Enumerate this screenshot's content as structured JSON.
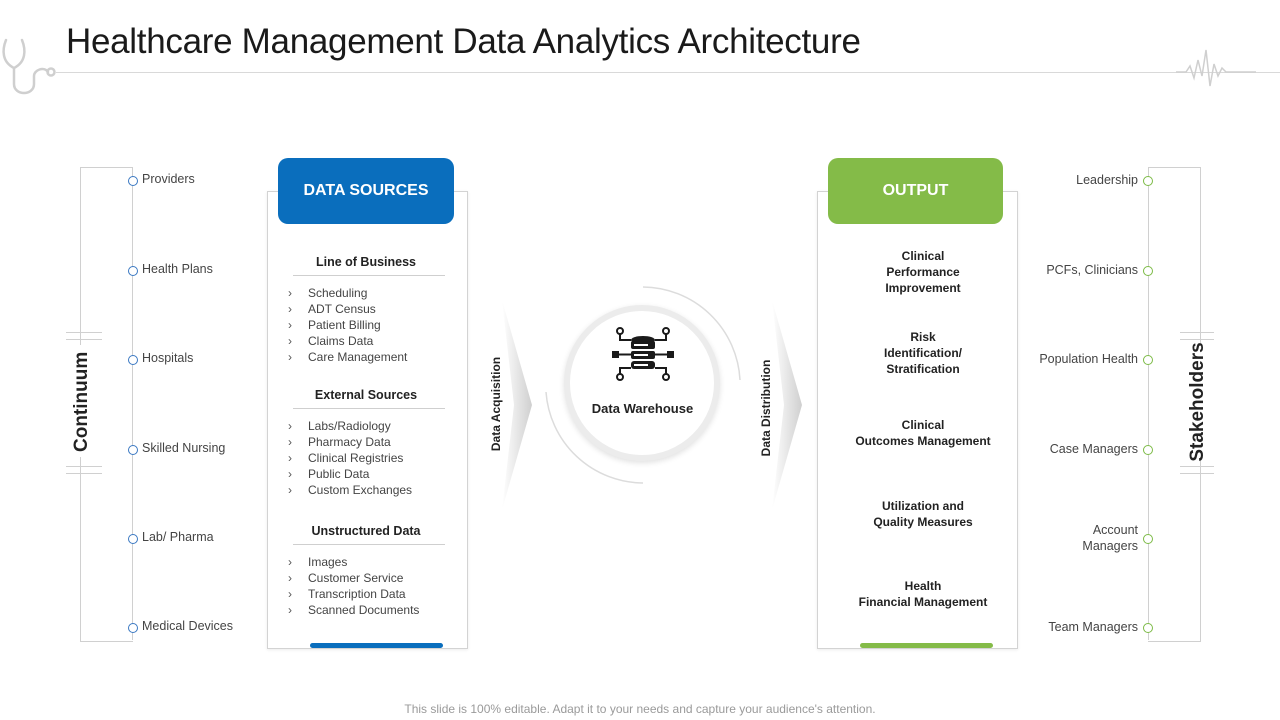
{
  "title": "Healthcare Management Data Analytics Architecture",
  "footer": "This slide is 100% editable. Adapt it to your needs and capture your audience's attention.",
  "colors": {
    "blue": "#0a6ebd",
    "green": "#84bb48",
    "node_blue": "#3a78c2",
    "node_green": "#7dbb47"
  },
  "left": {
    "label": "Continuum",
    "items": [
      "Providers",
      "Health Plans",
      "Hospitals",
      "Skilled Nursing",
      "Lab/ Pharma",
      "Medical Devices"
    ]
  },
  "right": {
    "label": "Stakeholders",
    "items": [
      "Leadership",
      "PCFs, Clinicians",
      "Population Health",
      "Case Managers",
      "Account Managers",
      "Team Managers"
    ]
  },
  "sources": {
    "header": "DATA SOURCES",
    "sections": [
      {
        "title": "Line of  Business",
        "items": [
          "Scheduling",
          "ADT Census",
          "Patient Billing",
          "Claims Data",
          "Care Management"
        ]
      },
      {
        "title": "External Sources",
        "items": [
          "Labs/Radiology",
          "Pharmacy Data",
          "Clinical Registries",
          "Public Data",
          "Custom Exchanges"
        ]
      },
      {
        "title": "Unstructured Data",
        "items": [
          "Images",
          "Customer Service",
          "Transcription Data",
          "Scanned Documents"
        ]
      }
    ]
  },
  "output": {
    "header": "OUTPUT",
    "items": [
      "Clinical\nPerformance\nImprovement",
      "Risk\nIdentification/\nStratification",
      "Clinical\nOutcomes Management",
      "Utilization and\nQuality Measures",
      "Health\nFinancial Management"
    ]
  },
  "center": {
    "acquisition_label": "Data Acquisition",
    "distribution_label": "Data  Distribution",
    "warehouse_label": "Data Warehouse",
    "warehouse_icon": "database-network-icon"
  }
}
